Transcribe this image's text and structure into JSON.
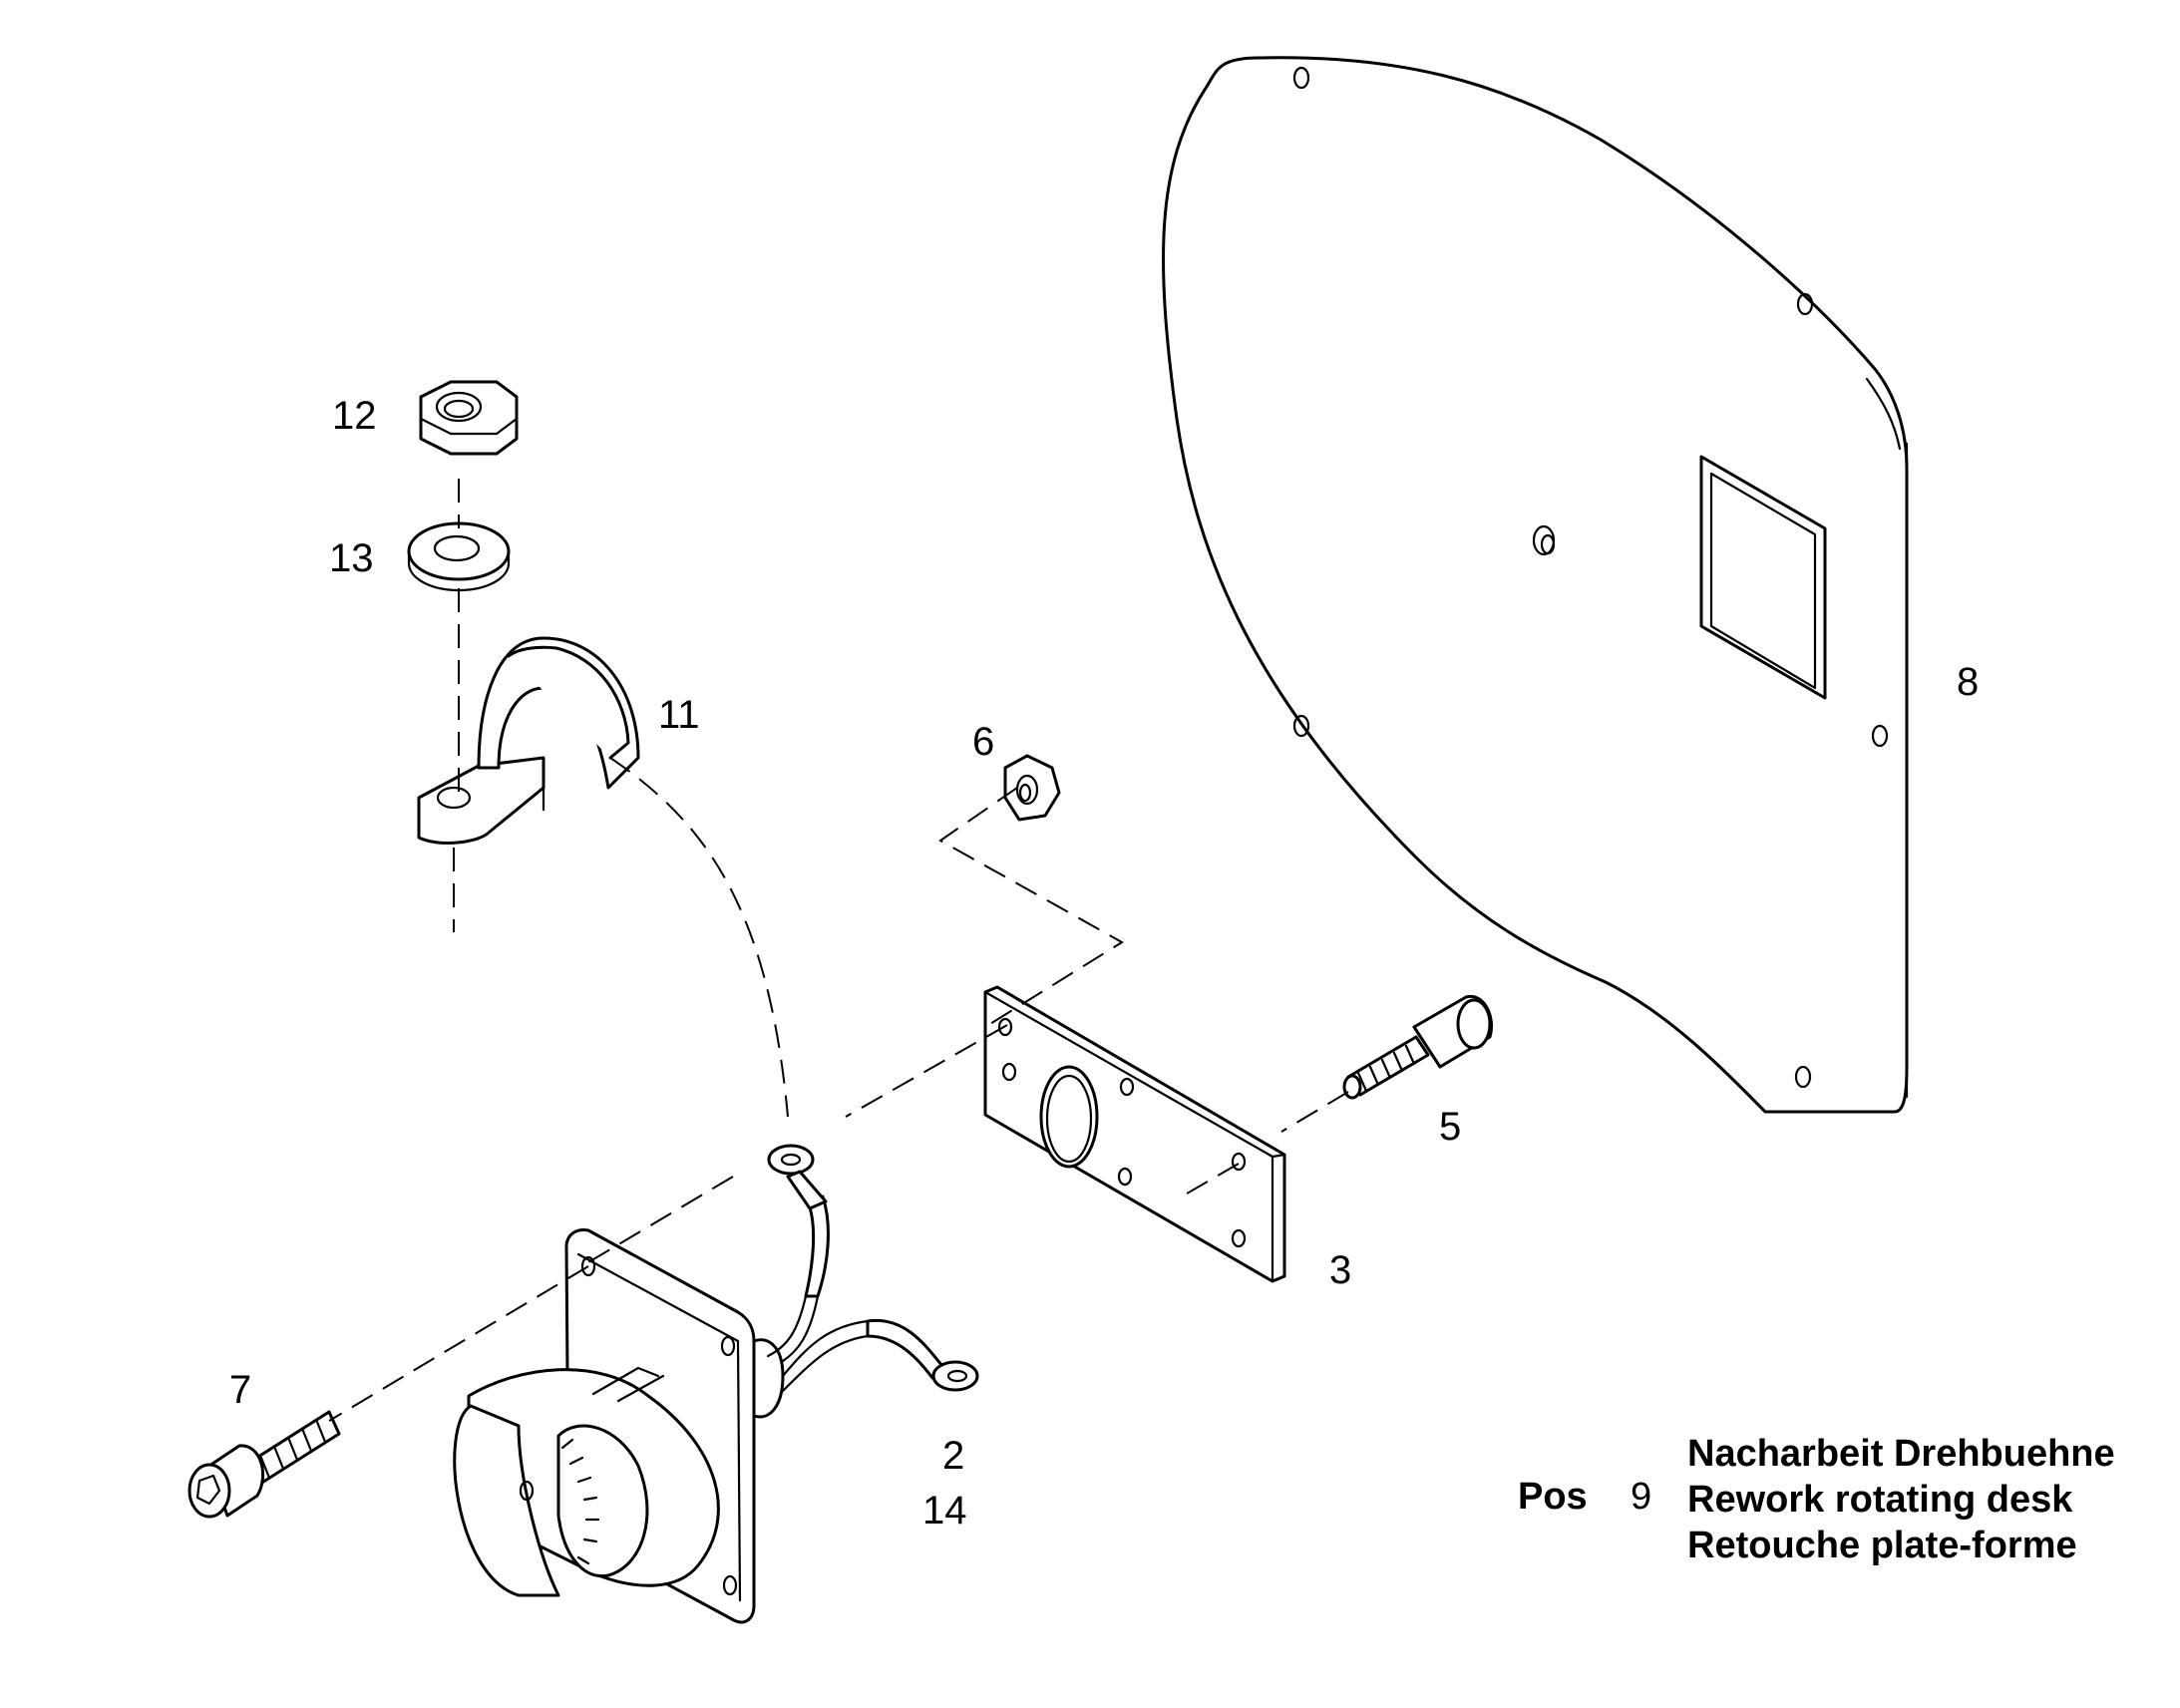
{
  "callouts": {
    "p2": "2",
    "p3": "3",
    "p5": "5",
    "p6": "6",
    "p7": "7",
    "p8": "8",
    "p11": "11",
    "p12": "12",
    "p13": "13",
    "p14": "14"
  },
  "legend": {
    "pos_label": "Pos",
    "pos_number": "9",
    "line_de": "Nacharbeit Drehbuehne",
    "line_en": "Rework rotating desk",
    "line_fr": "Retouche plate-forme"
  }
}
